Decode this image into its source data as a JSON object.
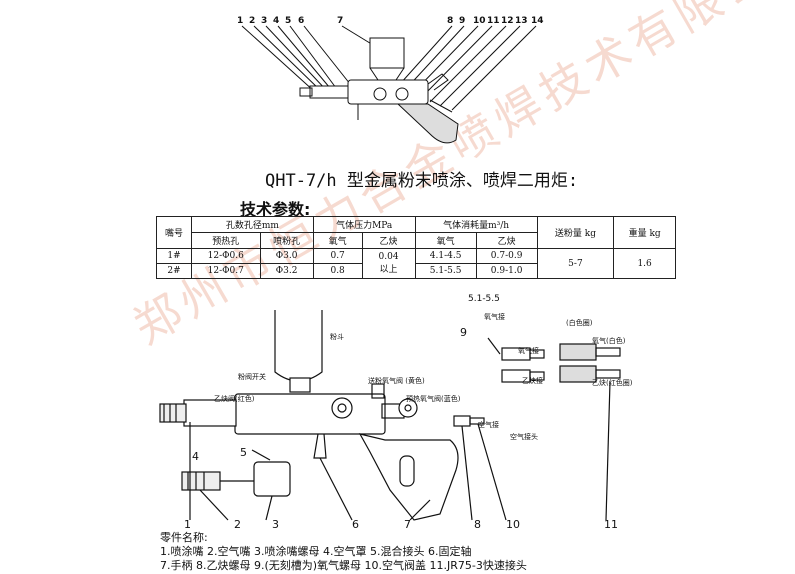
{
  "doc": {
    "title": "QHT-7/h 型金属粉末喷涂、喷焊二用炬:",
    "subtitle": "技术参数:",
    "watermark": "郑州市恒力合金喷焊技术有限公司"
  },
  "top_callouts": [
    "1",
    "2",
    "3",
    "4",
    "5",
    "6",
    "7",
    "8",
    "9",
    "10",
    "11",
    "12",
    "13",
    "14"
  ],
  "spec_table": {
    "h_nozzle": "嘴号",
    "h_holes": "孔数孔径mm",
    "h_preheat": "预热孔",
    "h_powder": "喷粉孔",
    "h_pressure": "气体压力MPa",
    "h_o2": "氧气",
    "h_c2h2": "乙炔",
    "h_consumption": "气体消耗量m³/h",
    "h_o2b": "氧气",
    "h_c2h2b": "乙炔",
    "h_feed": "送粉量 kg",
    "h_weight": "重量 kg",
    "rows": [
      {
        "nozzle": "1#",
        "preheat": "12-Φ0.6",
        "powder": "Φ3.0",
        "o2p": "0.7",
        "o2c": "4.1-4.5",
        "c2c": "0.7-0.9"
      },
      {
        "nozzle": "2#",
        "preheat": "12-Φ0.7",
        "powder": "Φ3.2",
        "o2p": "0.8",
        "o2c": "5.1-5.5",
        "c2c": "0.9-1.0"
      }
    ],
    "c2h2_pressure": "0.04\n以上",
    "feed": "5-7",
    "weight": "1.6"
  },
  "diagram": {
    "stray": "5.1-5.5",
    "labels": {
      "hopper": "粉斗",
      "powder_switch": "粉阀开关",
      "c2h2_valve": "乙炔阀(红色)",
      "feed_o2_valve": "送粉氧气阀 (黄色)",
      "preheat_o2_valve": "预热氧气阀(蓝色)",
      "o2_hose": "氧气接",
      "o2_conn": "氧气接",
      "c2h2_conn": "乙炔接",
      "air_conn": "空气接头",
      "air_conn2": "空气接",
      "o2_white": "氧气(白色)",
      "o2_white2": "(白色圈)",
      "c2h2_red": "乙炔(红色圈)"
    },
    "callouts": [
      "1",
      "2",
      "3",
      "4",
      "5",
      "6",
      "7",
      "8",
      "9",
      "10",
      "11"
    ]
  },
  "parts": {
    "heading": "零件名称:",
    "line1": "1.喷涂嘴  2.空气嘴  3.喷涂嘴螺母  4.空气罩  5.混合接头  6.固定轴",
    "line2": "7.手柄  8.乙炔螺母  9.(无刻槽为)氧气螺母  10.空气阀盖 11.JR75-3快速接头"
  }
}
